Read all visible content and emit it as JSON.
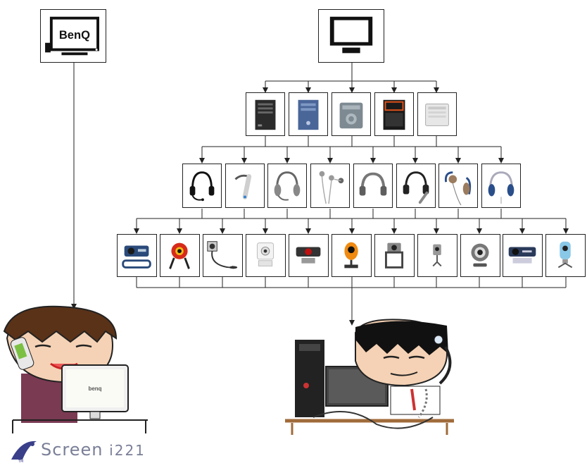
{
  "source_monitor": {
    "brand": "BenQ"
  },
  "computers": [
    {
      "icon": "black-tower-pc-icon"
    },
    {
      "icon": "blue-tower-pc-icon"
    },
    {
      "icon": "grey-cube-pc-icon"
    },
    {
      "icon": "orange-black-pc-icon"
    },
    {
      "icon": "white-compact-pc-icon"
    }
  ],
  "headsets": [
    {
      "icon": "black-headset-mic-icon"
    },
    {
      "icon": "bluetooth-earpiece-icon"
    },
    {
      "icon": "grey-headset-mic-icon"
    },
    {
      "icon": "earbuds-icon"
    },
    {
      "icon": "grey-headphones-icon"
    },
    {
      "icon": "black-headset-boom-mic-icon"
    },
    {
      "icon": "ear-hook-earphones-icon"
    },
    {
      "icon": "blue-headphones-icon"
    }
  ],
  "webcams": [
    {
      "icon": "monitor-clip-webcam-icon",
      "color": "#2a4a7a"
    },
    {
      "icon": "red-orb-webcam-icon",
      "color": "#d62a1a"
    },
    {
      "icon": "gooseneck-webcam-icon",
      "color": "#333333"
    },
    {
      "icon": "white-square-webcam-icon",
      "color": "#bbbbbb"
    },
    {
      "icon": "red-lens-bar-webcam-icon",
      "color": "#c01010"
    },
    {
      "icon": "orange-orb-webcam-icon",
      "color": "#f08a10"
    },
    {
      "icon": "clip-frame-webcam-icon",
      "color": "#444444"
    },
    {
      "icon": "mini-tripod-webcam-icon",
      "color": "#555555"
    },
    {
      "icon": "round-silver-webcam-icon",
      "color": "#777777"
    },
    {
      "icon": "wide-bar-webcam-icon",
      "color": "#2a3a5a"
    },
    {
      "icon": "light-blue-webcam-icon",
      "color": "#8ac8e8"
    }
  ],
  "footer_logo": {
    "prefix": "Screen",
    "model": "i221",
    "trademark": "TM"
  }
}
